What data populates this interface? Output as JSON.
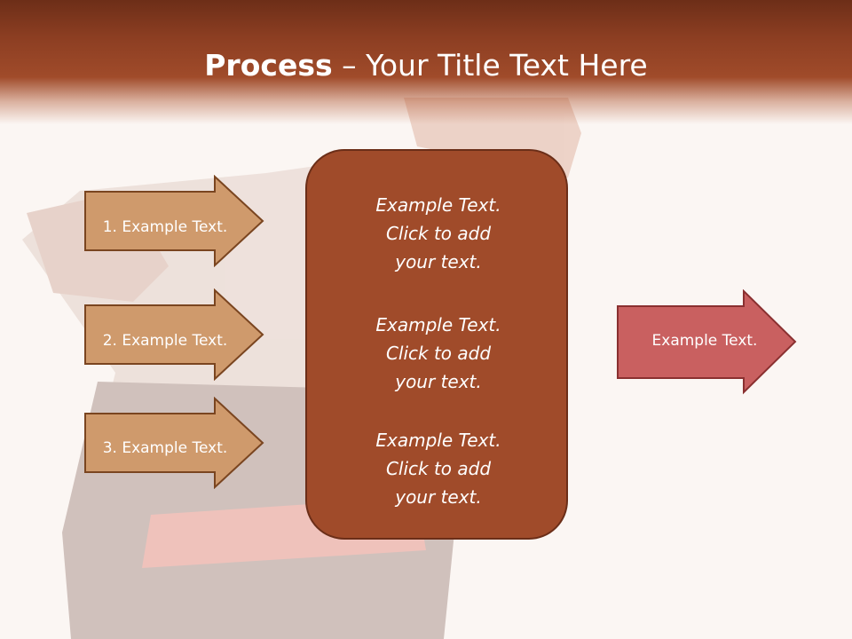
{
  "title": {
    "bold": "Process",
    "rest": " – Your Title Text Here"
  },
  "steps": [
    {
      "label": "1. Example Text."
    },
    {
      "label": "2. Example Text."
    },
    {
      "label": "3. Example Text."
    }
  ],
  "center_items": [
    {
      "line1": "Example Text.",
      "line2": "Click  to add",
      "line3": "your text."
    },
    {
      "line1": "Example Text.",
      "line2": "Click  to add",
      "line3": "your text."
    },
    {
      "line1": "Example Text.",
      "line2": "Click  to add",
      "line3": "your text."
    }
  ],
  "result": {
    "label": "Example Text."
  },
  "colors": {
    "header": "#8c3e22",
    "step_arrow": "#cf9a6c",
    "step_border": "#7a4520",
    "center_box": "#a04b2a",
    "result_arrow": "#c96060",
    "result_border": "#8a3030"
  }
}
